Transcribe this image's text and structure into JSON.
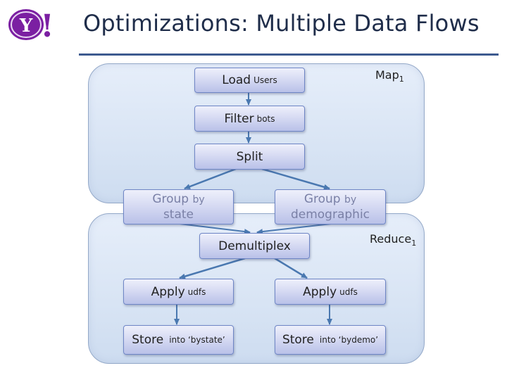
{
  "header": {
    "title": "Optimizations: Multiple Data Flows",
    "logo_text": "Y!"
  },
  "regions": {
    "map": {
      "label": "Map",
      "label_sub": "1"
    },
    "reduce": {
      "label": "Reduce",
      "label_sub": "1"
    }
  },
  "nodes": {
    "load": {
      "main": "Load",
      "sub": "Users"
    },
    "filter": {
      "main": "Filter",
      "sub": "bots"
    },
    "split": {
      "main": "Split"
    },
    "group_state": {
      "main": "Group",
      "mid": "by",
      "line2": "state"
    },
    "group_demo": {
      "main": "Group",
      "mid": "by",
      "line2": "demographic"
    },
    "demux": {
      "main": "Demultiplex"
    },
    "apply_left": {
      "main": "Apply",
      "sub": "udfs"
    },
    "apply_right": {
      "main": "Apply",
      "sub": "udfs"
    },
    "store_left": {
      "main": "Store",
      "sub": "into ‘bystate’"
    },
    "store_right": {
      "main": "Store",
      "sub": "into ‘bydemo’"
    }
  },
  "colors": {
    "accent": "#3d5a8f",
    "edge": "#4a78b0",
    "logo": "#7b1fa2"
  }
}
